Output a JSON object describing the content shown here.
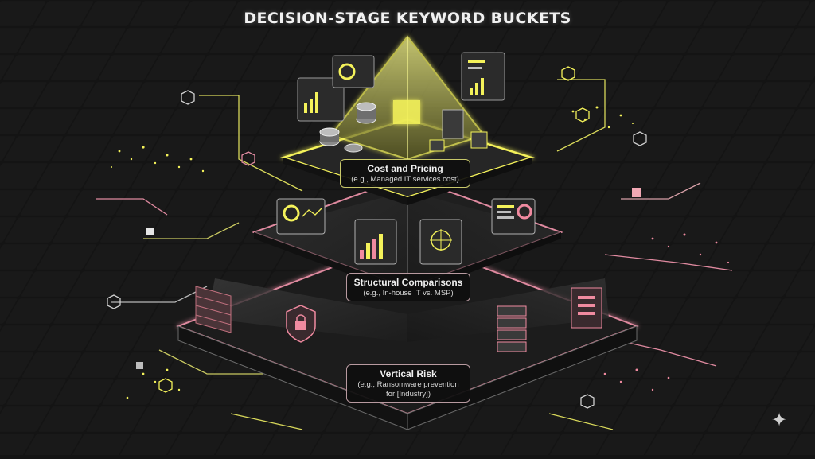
{
  "title": "DECISION-STAGE KEYWORD BUCKETS",
  "tiers": [
    {
      "name": "Cost and Pricing",
      "example": "(e.g., Managed IT services cost)",
      "color": "#f4f25a"
    },
    {
      "name": "Structural Comparisons",
      "example": "(e.g., In-house IT vs. MSP)",
      "color": "#f08aa0"
    },
    {
      "name": "Vertical Risk",
      "example_line1": "(e.g., Ransomware prevention",
      "example_line2": "for [Industry])",
      "color": "#f08aa0"
    }
  ],
  "colors": {
    "accent_yellow": "#f4f25a",
    "accent_pink": "#f08aa0",
    "background": "#141414"
  },
  "icons": [
    "pyramid-icon",
    "coin-stack-icon",
    "server-icon",
    "shield-lock-icon",
    "firewall-icon",
    "dashboard-icon",
    "sparkle-icon"
  ]
}
